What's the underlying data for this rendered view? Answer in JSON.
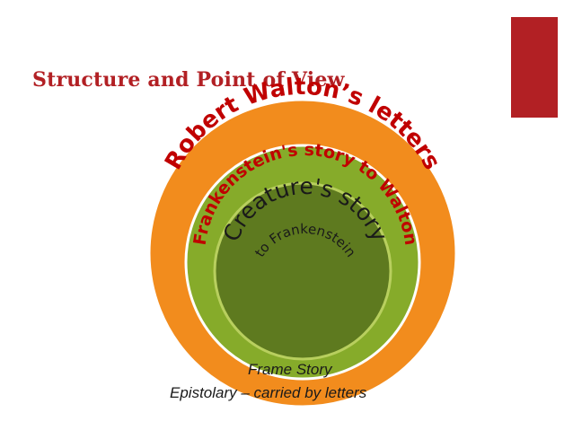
{
  "slide": {
    "title": "Structure and Point of View",
    "accent_color": "#b22024"
  },
  "diagram": {
    "rings": [
      {
        "label": "Robert Walton’s letters",
        "fill_color": "#f28c1d",
        "stroke_color": "#ffffff",
        "text_color": "#c00000"
      },
      {
        "label": "Frankenstein's story to Walton",
        "fill_color": "#86ab2a",
        "stroke_color": "#ffffff",
        "text_color": "#c00000"
      },
      {
        "label_line1": "Creature's story",
        "label_line2": "to Frankenstein",
        "fill_color": "#5e7a1f",
        "stroke_color": "#b8cf5e",
        "text_color": "#1a1a1a"
      }
    ]
  },
  "caption": {
    "line1": "Frame Story",
    "line2": "Epistolary – carried by letters"
  }
}
